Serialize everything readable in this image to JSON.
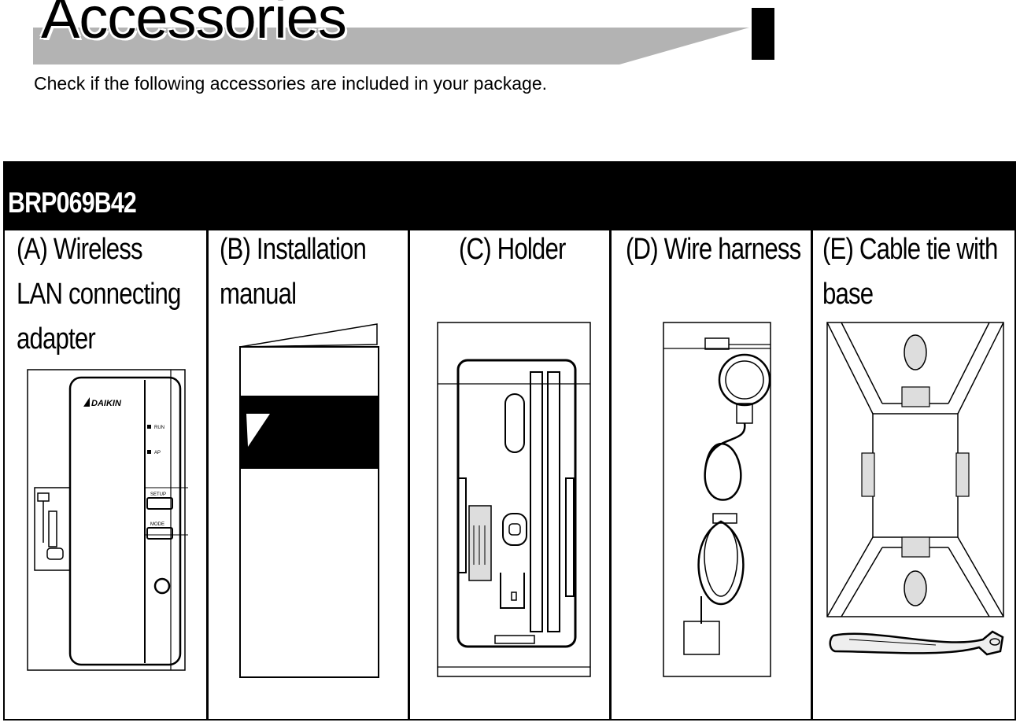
{
  "page": {
    "title": "Accessories",
    "intro": "Check if the following accessories are included in your package."
  },
  "table": {
    "model": "BRP069B42",
    "items": [
      {
        "lines": [
          "(A) Wireless",
          "LAN connecting",
          "adapter"
        ],
        "icon": "wireless-adapter-icon"
      },
      {
        "lines": [
          "(B) Installation",
          "manual"
        ],
        "icon": "manual-booklet-icon"
      },
      {
        "lines": [
          "(C) Holder"
        ],
        "icon": "holder-icon"
      },
      {
        "lines": [
          "(D) Wire harness"
        ],
        "icon": "wire-harness-icon"
      },
      {
        "lines": [
          "(E) Cable tie with",
          "base"
        ],
        "icon": "cable-tie-icon"
      }
    ]
  },
  "adapter": {
    "brand": "DAIKIN",
    "led_labels": [
      "RUN",
      "AP"
    ],
    "button_labels": [
      "SETUP",
      "MODE"
    ]
  },
  "colors": {
    "header_bar": "#b3b3b3",
    "text": "#000000",
    "fill_light": "#dddddd"
  }
}
